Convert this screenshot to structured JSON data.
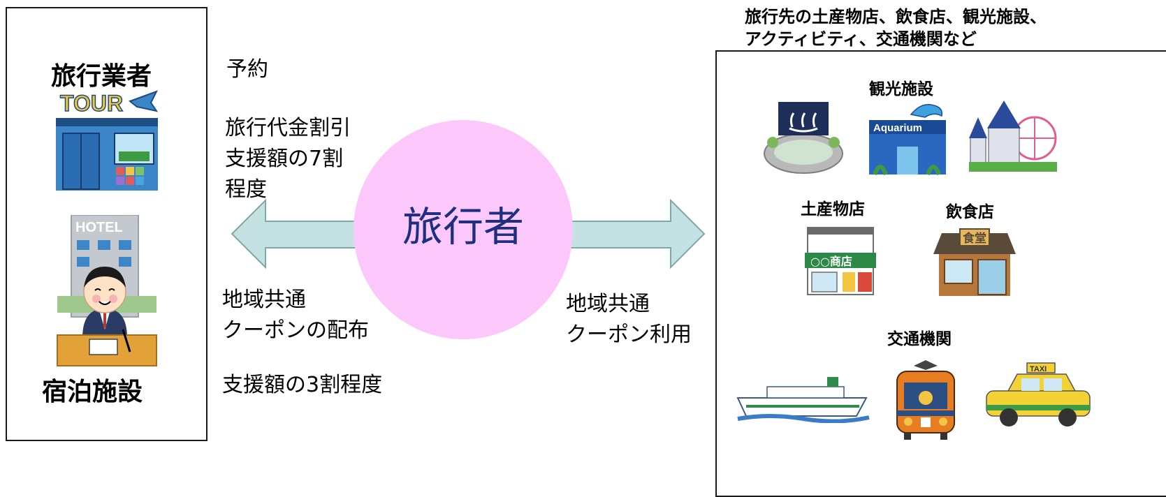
{
  "left_panel": {
    "travel_agency_title": "旅行業者",
    "lodging_title": "宿泊施設",
    "tour_sign": "TOUR",
    "hotel_sign": "HOTEL"
  },
  "center": {
    "traveler_label": "旅行者"
  },
  "left_flow": {
    "reservation": "予約",
    "discount_line1": "旅行代金割引",
    "discount_line2": "支援額の7割",
    "discount_line3": "程度",
    "coupon_dist_line1": "地域共通",
    "coupon_dist_line2": "クーポンの配布",
    "support_30": "支援額の3割程度"
  },
  "right_flow": {
    "coupon_use_line1": "地域共通",
    "coupon_use_line2": "クーポン利用"
  },
  "right_panel": {
    "caption_line1": "旅行先の土産物店、飲食店、観光施設、",
    "caption_line2": "アクティビティ、交通機関など",
    "sightseeing_title": "観光施設",
    "souvenir_title": "土産物店",
    "restaurant_title": "飲食店",
    "transport_title": "交通機関",
    "aquarium_sign": "Aquarium",
    "shop_sign": "○○商店",
    "restaurant_sign": "食堂",
    "taxi_sign": "TAXI"
  },
  "colors": {
    "circle_fill": "#fcc8fc",
    "traveler_text": "#1f2f80",
    "arrow_fill": "#c5e2e2",
    "arrow_stroke": "#7fa8aa",
    "border": "#1a1a1a"
  }
}
